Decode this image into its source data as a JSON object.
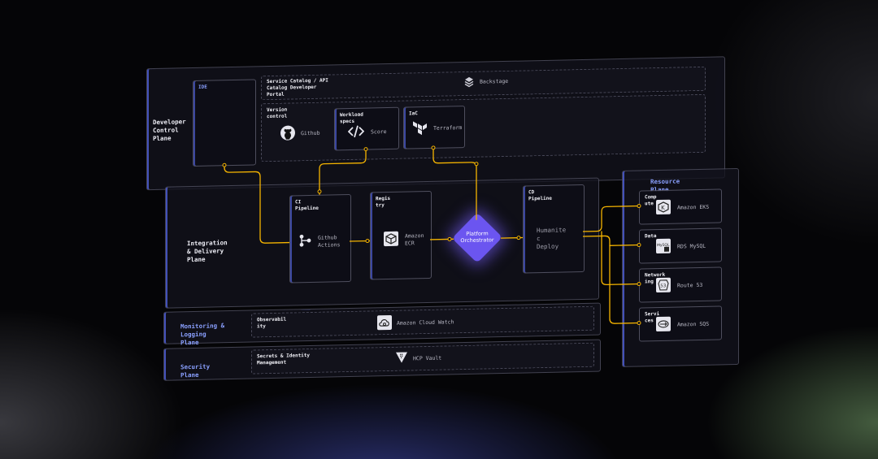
{
  "colors": {
    "wire": "#f5b400",
    "accent_blue": "#8aa0ff",
    "orchestrator": "#6b55f0"
  },
  "developer_plane": {
    "label": "Developer\nControl\nPlane",
    "ide": {
      "title": "IDE"
    },
    "catalog": {
      "title": "Service Catalog / API\nCatalog Developer\nPortal",
      "tool": "Backstage",
      "icon": "backstage-icon"
    },
    "version_control": {
      "title": "Version\ncontrol",
      "tool": "Github",
      "icon": "github-icon"
    },
    "workload_specs": {
      "title": "Workload\nspecs",
      "tool": "Score",
      "icon": "score-icon"
    },
    "iac": {
      "title": "IaC",
      "tool": "Terraform",
      "icon": "terraform-icon"
    }
  },
  "integration_plane": {
    "label": "Integration\n& Delivery\nPlane",
    "ci": {
      "title": "CI\nPipeline",
      "tool": "Github\nActions",
      "icon": "github-actions-icon"
    },
    "registry": {
      "title": "Regis\ntry",
      "tool": "Amazon\nECR",
      "icon": "ecr-icon"
    },
    "orchestrator": {
      "label": "Platform\nOrchestrator"
    },
    "cd": {
      "title": "CD\nPipeline",
      "tool": "Humanite\nc\nDeploy"
    }
  },
  "monitoring_plane": {
    "label": "Monitoring &\nLogging\nPlane",
    "card_title": "Observabil\nity",
    "tool": "Amazon Cloud Watch",
    "icon": "cloudwatch-icon"
  },
  "security_plane": {
    "label": "Security\nPlane",
    "card_title": "Secrets & Identity\nManagement",
    "tool": "HCP Vault",
    "icon": "vault-icon"
  },
  "resource_plane": {
    "label": "Resource\nPlane",
    "items": [
      {
        "title": "Comp\nute",
        "tool": "Amazon EKS",
        "icon": "eks-icon"
      },
      {
        "title": "Data",
        "tool": "RDS MySQL",
        "icon": "mysql-icon"
      },
      {
        "title": "Network\ning",
        "tool": "Route 53",
        "icon": "route53-icon"
      },
      {
        "title": "Servi\nces",
        "tool": "Amazon SQS",
        "icon": "sqs-icon"
      }
    ]
  }
}
